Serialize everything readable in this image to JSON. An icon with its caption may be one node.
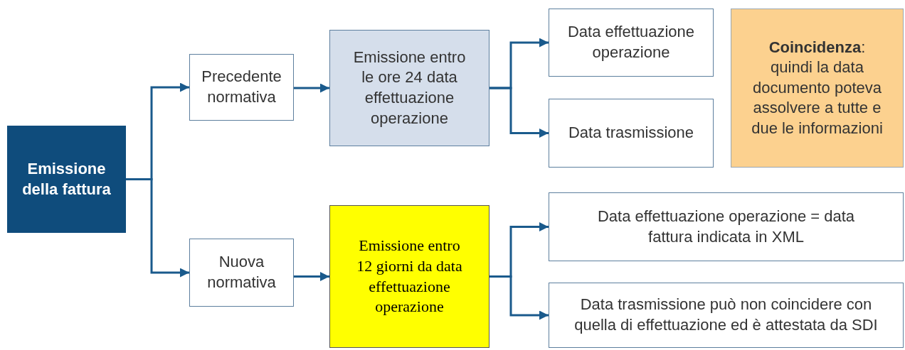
{
  "diagram": {
    "nodes": [
      {
        "text": [
          "Emissione della fattura"
        ]
      },
      {
        "text": [
          "Precedente normativa"
        ]
      },
      {
        "text": [
          "Emissione entro le ore 24 data effettuazione operazione"
        ]
      },
      {
        "text": [
          "Data effettuazione operazione"
        ]
      },
      {
        "text": [
          "Data trasmissione"
        ]
      },
      {
        "text": [
          "**Coincidenza**: quindi la data documento poteva assolvere a tutte e due le informazioni"
        ]
      },
      {
        "text": [
          "Nuova normativa"
        ]
      },
      {
        "text": [
          "Emissione entro 12 giorni da data effettuazione operazione"
        ]
      },
      {
        "text": [
          "Data effettuazione operazione = data fattura indicata in XML"
        ]
      },
      {
        "text": [
          "Data trasmissione può non coincidere con quella di effettuazione ed è attestata da SDI"
        ]
      }
    ],
    "edges": [
      {
        "from": 0,
        "to": 1,
        "arrow": "to"
      },
      {
        "from": 0,
        "to": 6,
        "arrow": "to"
      },
      {
        "from": 1,
        "to": 2,
        "arrow": "to"
      },
      {
        "from": 2,
        "to": 3,
        "arrow": "to"
      },
      {
        "from": 2,
        "to": 4,
        "arrow": "to"
      },
      {
        "from": 6,
        "to": 7,
        "arrow": "to"
      },
      {
        "from": 7,
        "to": 8,
        "arrow": "to"
      },
      {
        "from": 7,
        "to": 9,
        "arrow": "to"
      }
    ]
  }
}
